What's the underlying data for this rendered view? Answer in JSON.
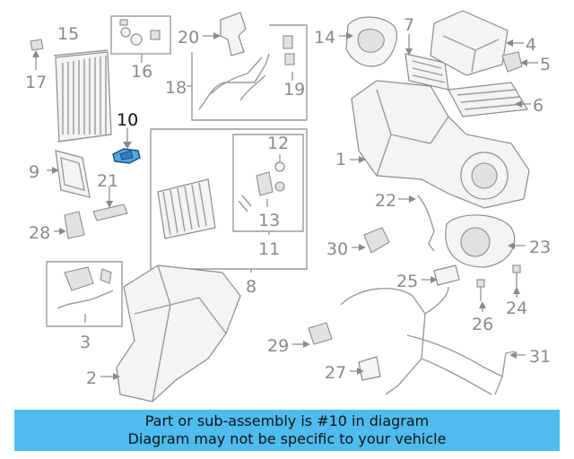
{
  "callouts": [
    "1",
    "2",
    "3",
    "4",
    "5",
    "6",
    "7",
    "8",
    "9",
    "10",
    "11",
    "12",
    "13",
    "14",
    "15",
    "16",
    "17",
    "18",
    "19",
    "20",
    "21",
    "22",
    "23",
    "24",
    "25",
    "26",
    "27",
    "28",
    "29",
    "30",
    "31"
  ],
  "highlighted_callout": "10",
  "banner": {
    "line1": "Part or sub-assembly is #10 in diagram",
    "line2": "Diagram may not be specific to your vehicle",
    "background": "#4fbcef"
  },
  "colors": {
    "line_art": "#9a9a9a",
    "callout_text": "#8a8a8a",
    "highlight_part": "#4fa8e0"
  }
}
